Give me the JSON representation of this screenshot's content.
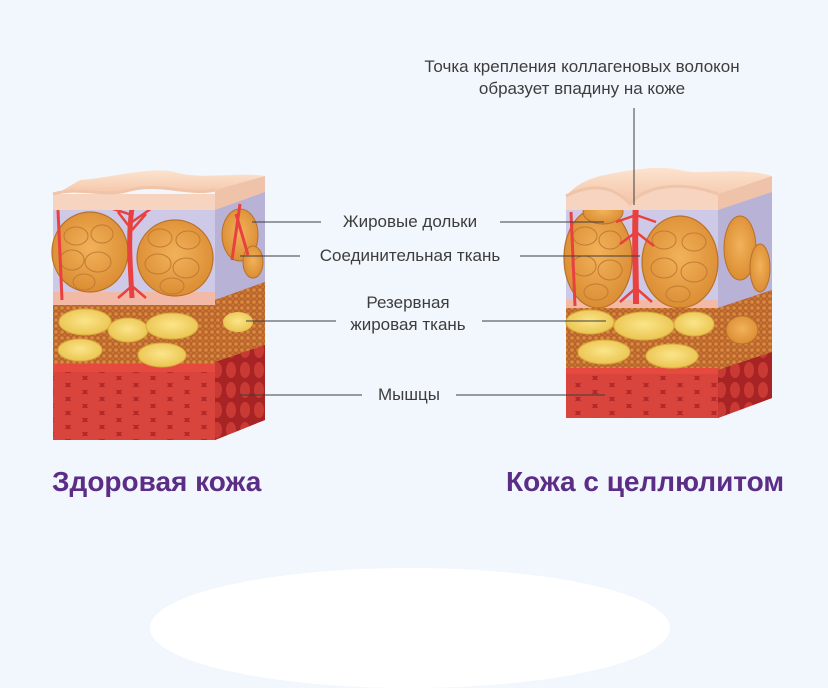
{
  "callout": {
    "line1": "Точка крепления коллагеновых волокон",
    "line2": "образует впадину на коже"
  },
  "labels": {
    "fat_lobules": "Жировые дольки",
    "connective_tissue": "Соединительная ткань",
    "reserve_fat_line1": "Резервная",
    "reserve_fat_line2": "жировая ткань",
    "muscles": "Мышцы"
  },
  "titles": {
    "healthy": "Здоровая кожа",
    "cellulite": "Кожа с целлюлитом"
  },
  "colors": {
    "title": "#5b2d86",
    "background": "#f2f7fd",
    "lobule": "#e3a046",
    "connective": "#e8413f",
    "reserve_fat": "#f0d36a",
    "muscle": "#c7342f",
    "skin": "#f7cfb5"
  }
}
